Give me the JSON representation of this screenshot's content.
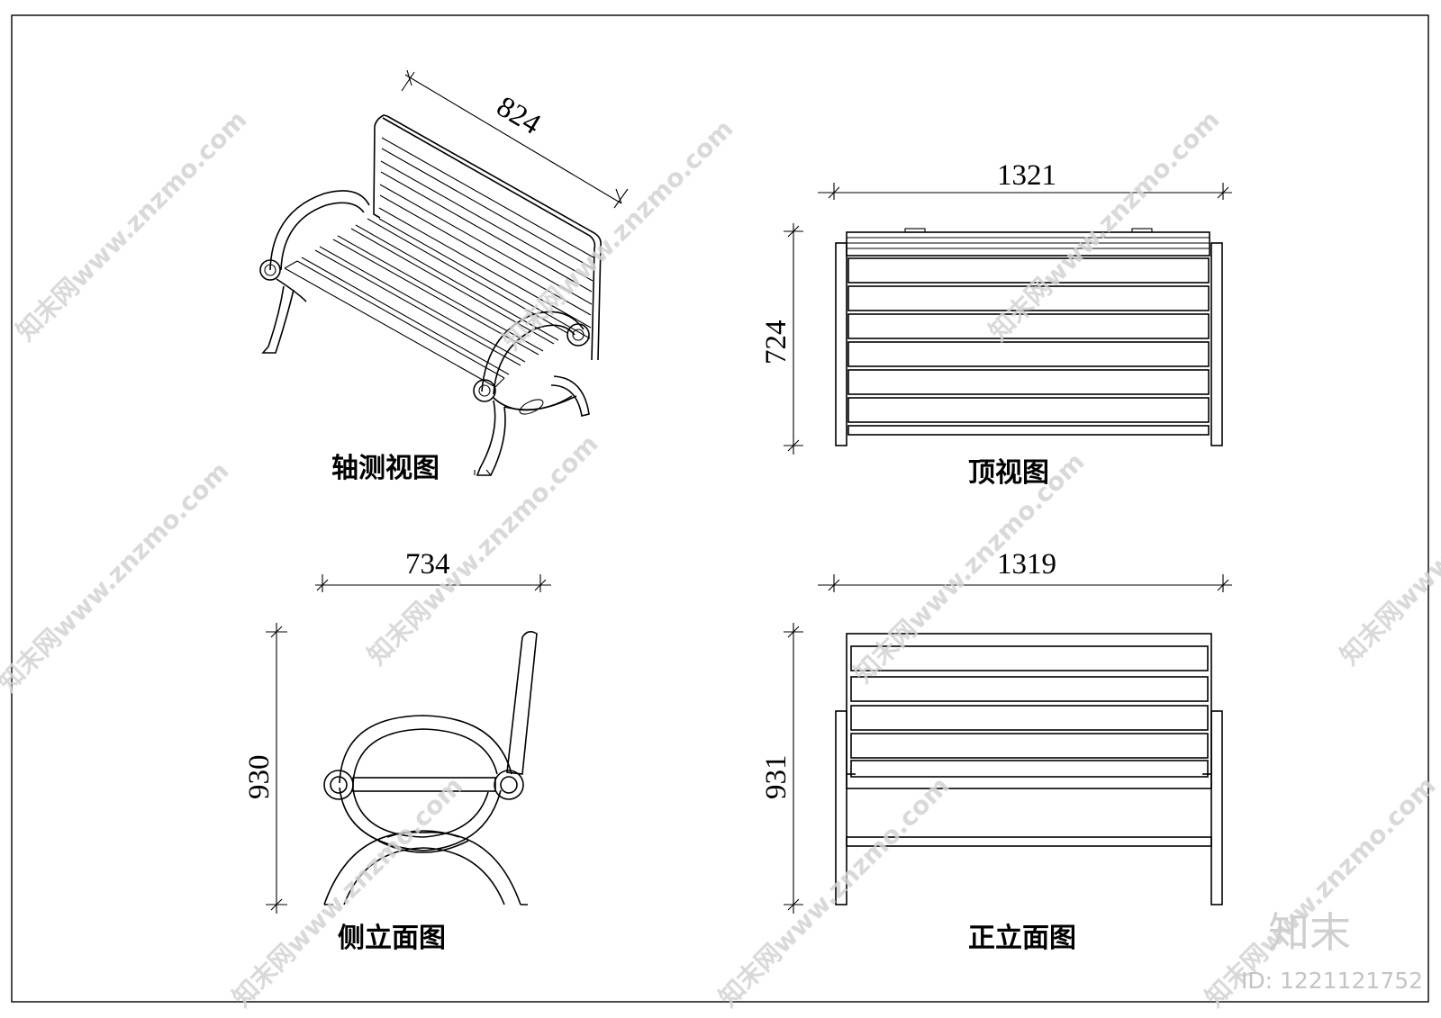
{
  "views": {
    "axonometric": {
      "caption": "轴测视图",
      "dim_length": "824"
    },
    "top": {
      "caption": "顶视图",
      "dim_width": "1321",
      "dim_depth": "724"
    },
    "side": {
      "caption": "侧立面图",
      "dim_width": "734",
      "dim_height": "930"
    },
    "front": {
      "caption": "正立面图",
      "dim_width": "1319",
      "dim_height": "931"
    }
  },
  "watermark": {
    "text": "知末网www.znzmo.com",
    "logo": "知末",
    "id_label": "ID: 1221121752"
  },
  "colors": {
    "line": "#000000",
    "background": "#ffffff",
    "watermark": "#d2d2d2"
  }
}
